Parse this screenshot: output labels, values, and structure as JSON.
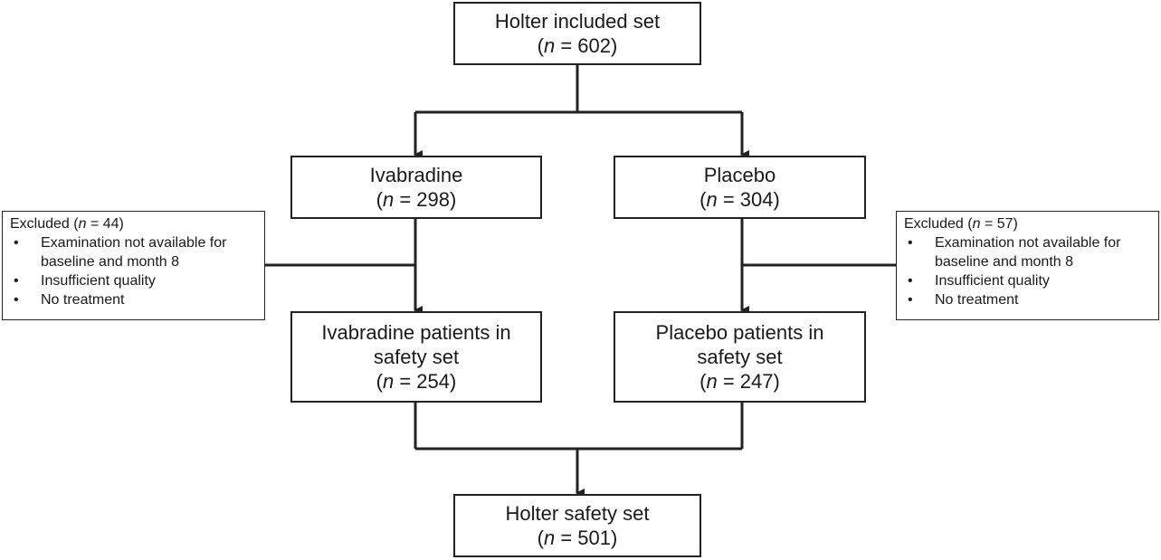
{
  "boxes": {
    "top": {
      "lines": [
        "Holter included set"
      ],
      "n_value": "602"
    },
    "ivab": {
      "lines": [
        "Ivabradine"
      ],
      "n_value": "298"
    },
    "plac": {
      "lines": [
        "Placebo"
      ],
      "n_value": "304"
    },
    "ivsafe": {
      "lines": [
        "Ivabradine patients in",
        "safety set"
      ],
      "n_value": "254"
    },
    "plsafe": {
      "lines": [
        "Placebo patients in",
        "safety set"
      ],
      "n_value": "247"
    },
    "bottom": {
      "lines": [
        "Holter safety set"
      ],
      "n_value": "501"
    }
  },
  "n_symbol": "n",
  "exclusions": {
    "left": {
      "head_prefix": "Excluded (",
      "n_symbol": "n",
      "head_value": " = 44)",
      "bullet": "•",
      "items": [
        "Examination not available for baseline and month 8",
        "Insufficient quality",
        "No treatment"
      ]
    },
    "right": {
      "head_prefix": "Excluded (",
      "n_symbol": "n",
      "head_value": " = 57)",
      "bullet": "•",
      "items": [
        "Examination not available for baseline and month 8",
        "Insufficient quality",
        "No treatment"
      ]
    }
  },
  "colors": {
    "line": "#222222",
    "text": "#1a1a1a"
  }
}
